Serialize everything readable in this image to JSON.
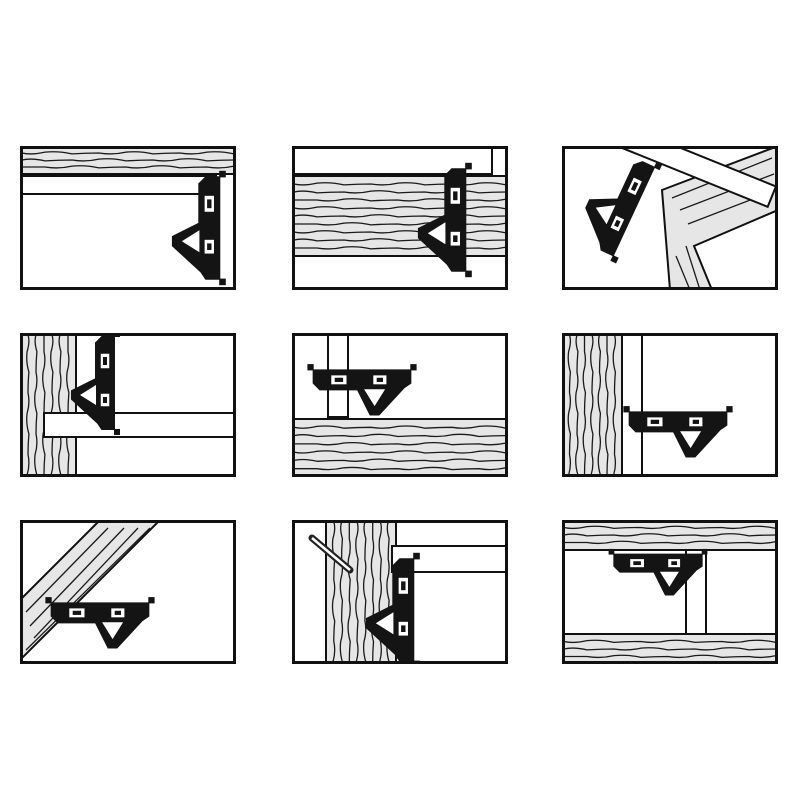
{
  "diagram": {
    "rows": 3,
    "columns": 3,
    "colors": {
      "background": "#ffffff",
      "frame": "#111111",
      "wood": "#e6e6e6",
      "wood_grain": "#1a1a1a",
      "tool_body": "#141414",
      "blade": "#ffffff",
      "level_vial": "#ffffff",
      "pencil": "#222222"
    },
    "panels": [
      {
        "id": "p1",
        "scene": "square-inside-corner-below-board"
      },
      {
        "id": "p2",
        "scene": "square-on-board-edge-blade-up"
      },
      {
        "id": "p3",
        "scene": "square-on-angled-board-with-blade"
      },
      {
        "id": "p4",
        "scene": "square-on-vertical-post-blade-horizontal"
      },
      {
        "id": "p5",
        "scene": "square-on-horizontal-board-inside-frame"
      },
      {
        "id": "p6",
        "scene": "square-beside-vertical-post"
      },
      {
        "id": "p7",
        "scene": "square-on-diagonal-board-45-degree"
      },
      {
        "id": "p8",
        "scene": "square-with-pencil-marking-post"
      },
      {
        "id": "p9",
        "scene": "square-between-two-horizontal-boards"
      }
    ]
  }
}
